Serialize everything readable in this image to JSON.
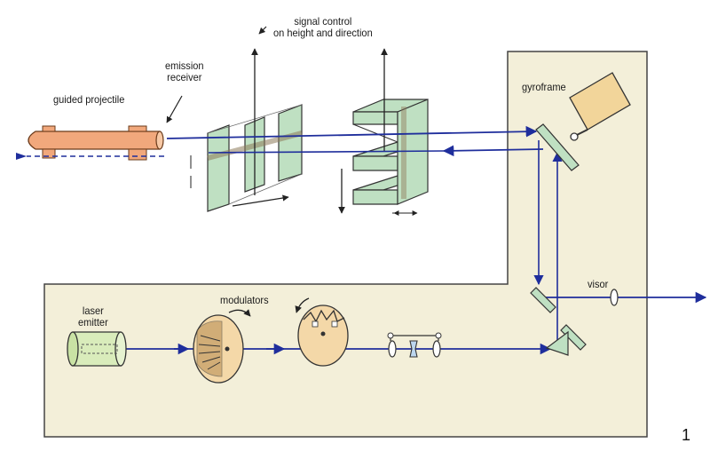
{
  "labels": {
    "signal_control": "signal control\non height and direction",
    "emission_receiver": "emission\nreceiver",
    "guided_projectile": "guided projectile",
    "gyroframe": "gyroframe",
    "visor": "visor",
    "modulators": "modulators",
    "laser_emitter": "laser\nemitter"
  },
  "figure_number": "1",
  "colors": {
    "panel_fill": "#f3efd9",
    "beam": "#1f2e9c",
    "prism": "#bfe0c2",
    "gyro_box": "#f2d59a",
    "projectile": "#f1a87c",
    "laser_body": "#d9ecbb",
    "modulator": "#f4d8a8",
    "outline": "#333333"
  }
}
